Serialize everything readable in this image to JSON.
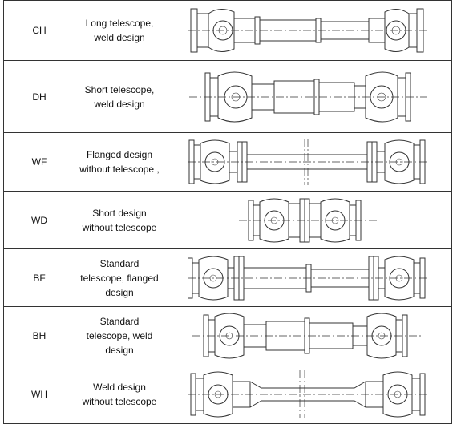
{
  "rows": [
    {
      "code": "CH",
      "desc_lines": [
        "Long telescope,",
        "weld design"
      ],
      "icon": "long-telescope-weld-shaft-icon"
    },
    {
      "code": "DH",
      "desc_lines": [
        "Short telescope,",
        "weld design"
      ],
      "icon": "short-telescope-weld-shaft-icon"
    },
    {
      "code": "WF",
      "desc_lines": [
        "Flanged design",
        "without telescope ,"
      ],
      "icon": "flanged-no-telescope-shaft-icon"
    },
    {
      "code": "WD",
      "desc_lines": [
        "Short design",
        "without telescope"
      ],
      "icon": "short-no-telescope-shaft-icon"
    },
    {
      "code": "BF",
      "desc_lines": [
        "Standard",
        "telescope, flanged",
        "design"
      ],
      "icon": "standard-telescope-flanged-shaft-icon"
    },
    {
      "code": "BH",
      "desc_lines": [
        "Standard",
        "telescope, weld",
        "design"
      ],
      "icon": "standard-telescope-weld-shaft-icon"
    },
    {
      "code": "WH",
      "desc_lines": [
        "Weld design",
        "without telescope"
      ],
      "icon": "weld-no-telescope-shaft-icon"
    }
  ]
}
